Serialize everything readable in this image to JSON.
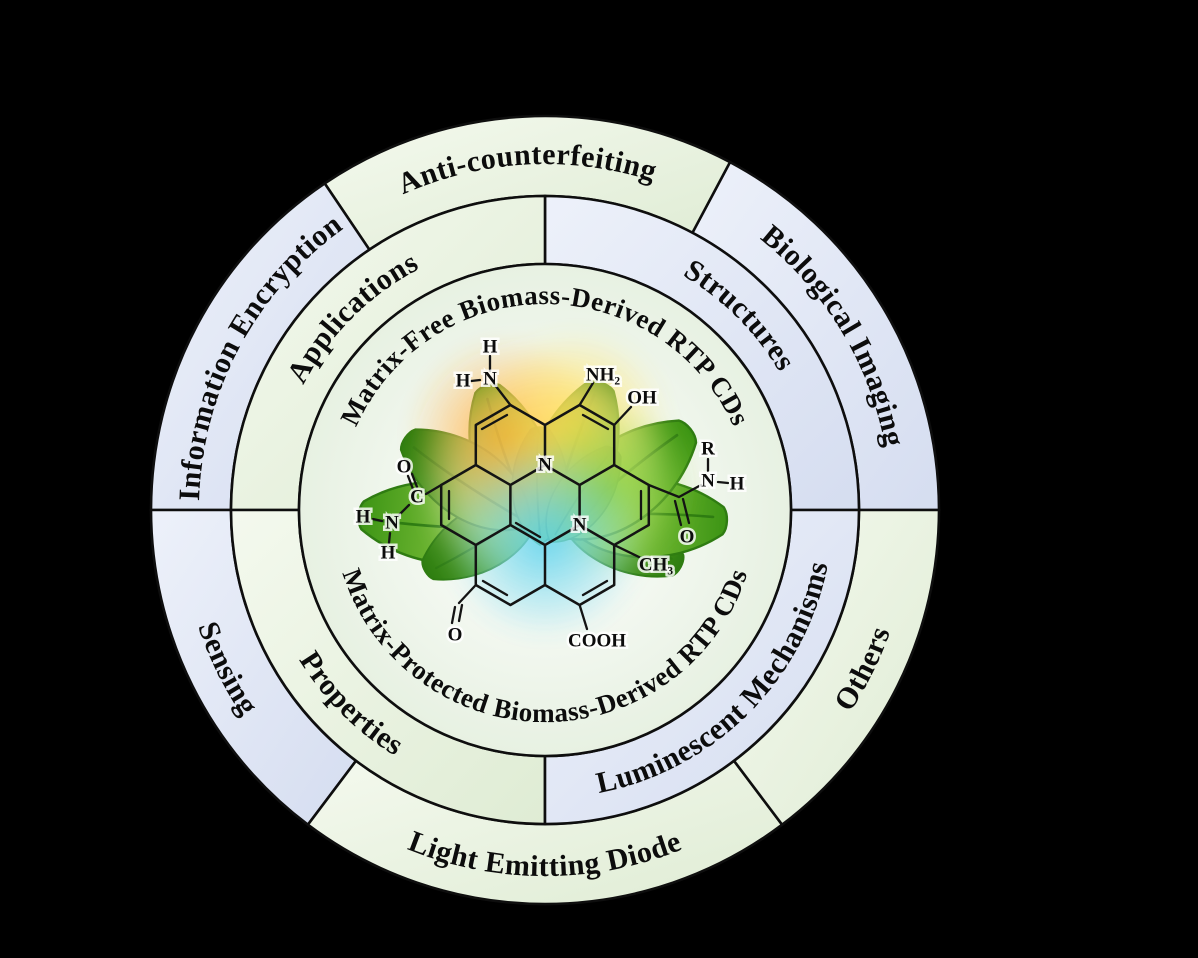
{
  "rings": {
    "outer": {
      "anti_counterfeiting": "Anti-counterfeiting",
      "biological_imaging": "Biological Imaging",
      "others": "Others",
      "light_emitting_diode": "Light Emitting Diode",
      "sensing": "Sensing",
      "information_encryption": "Information Encryption"
    },
    "middle": {
      "applications": "Applications",
      "structures": "Structures",
      "luminescent_mechanisms": "Luminescent Mechanisms",
      "properties": "Properties"
    },
    "inner": {
      "top": "Matrix-Free Biomass-Derived RTP CDs",
      "bottom": "Matrix-Protected Biomass-Derived RTP CDs"
    }
  },
  "molecule": {
    "n": "N",
    "h": "H",
    "o": "O",
    "c": "C",
    "nh2": "NH₂",
    "oh": "OH",
    "r": "R",
    "ch3": "CH₃",
    "cooh": "COOH"
  },
  "colors": {
    "background": "#000000",
    "ring_blue_light": "#edf1fa",
    "ring_blue_dark": "#d5ddf0",
    "ring_green_light": "#f4f9ee",
    "ring_green_dark": "#dfecd4",
    "inner_center": "#ffffff",
    "inner_edge": "#e7f1e2",
    "divider": "#0e0e0e",
    "label": "#0c0c0c",
    "leaf_light": "#a8dc55",
    "leaf_dark": "#3c9414",
    "leaf2_light": "#86c93f",
    "leaf2_dark": "#2d7d10",
    "glow_white": "#fffbe6",
    "glow_orange": "#ffa11f",
    "glow_yellow": "#ffe14d",
    "glow_green": "#8fd434",
    "glow_cyan": "#45ccee"
  }
}
